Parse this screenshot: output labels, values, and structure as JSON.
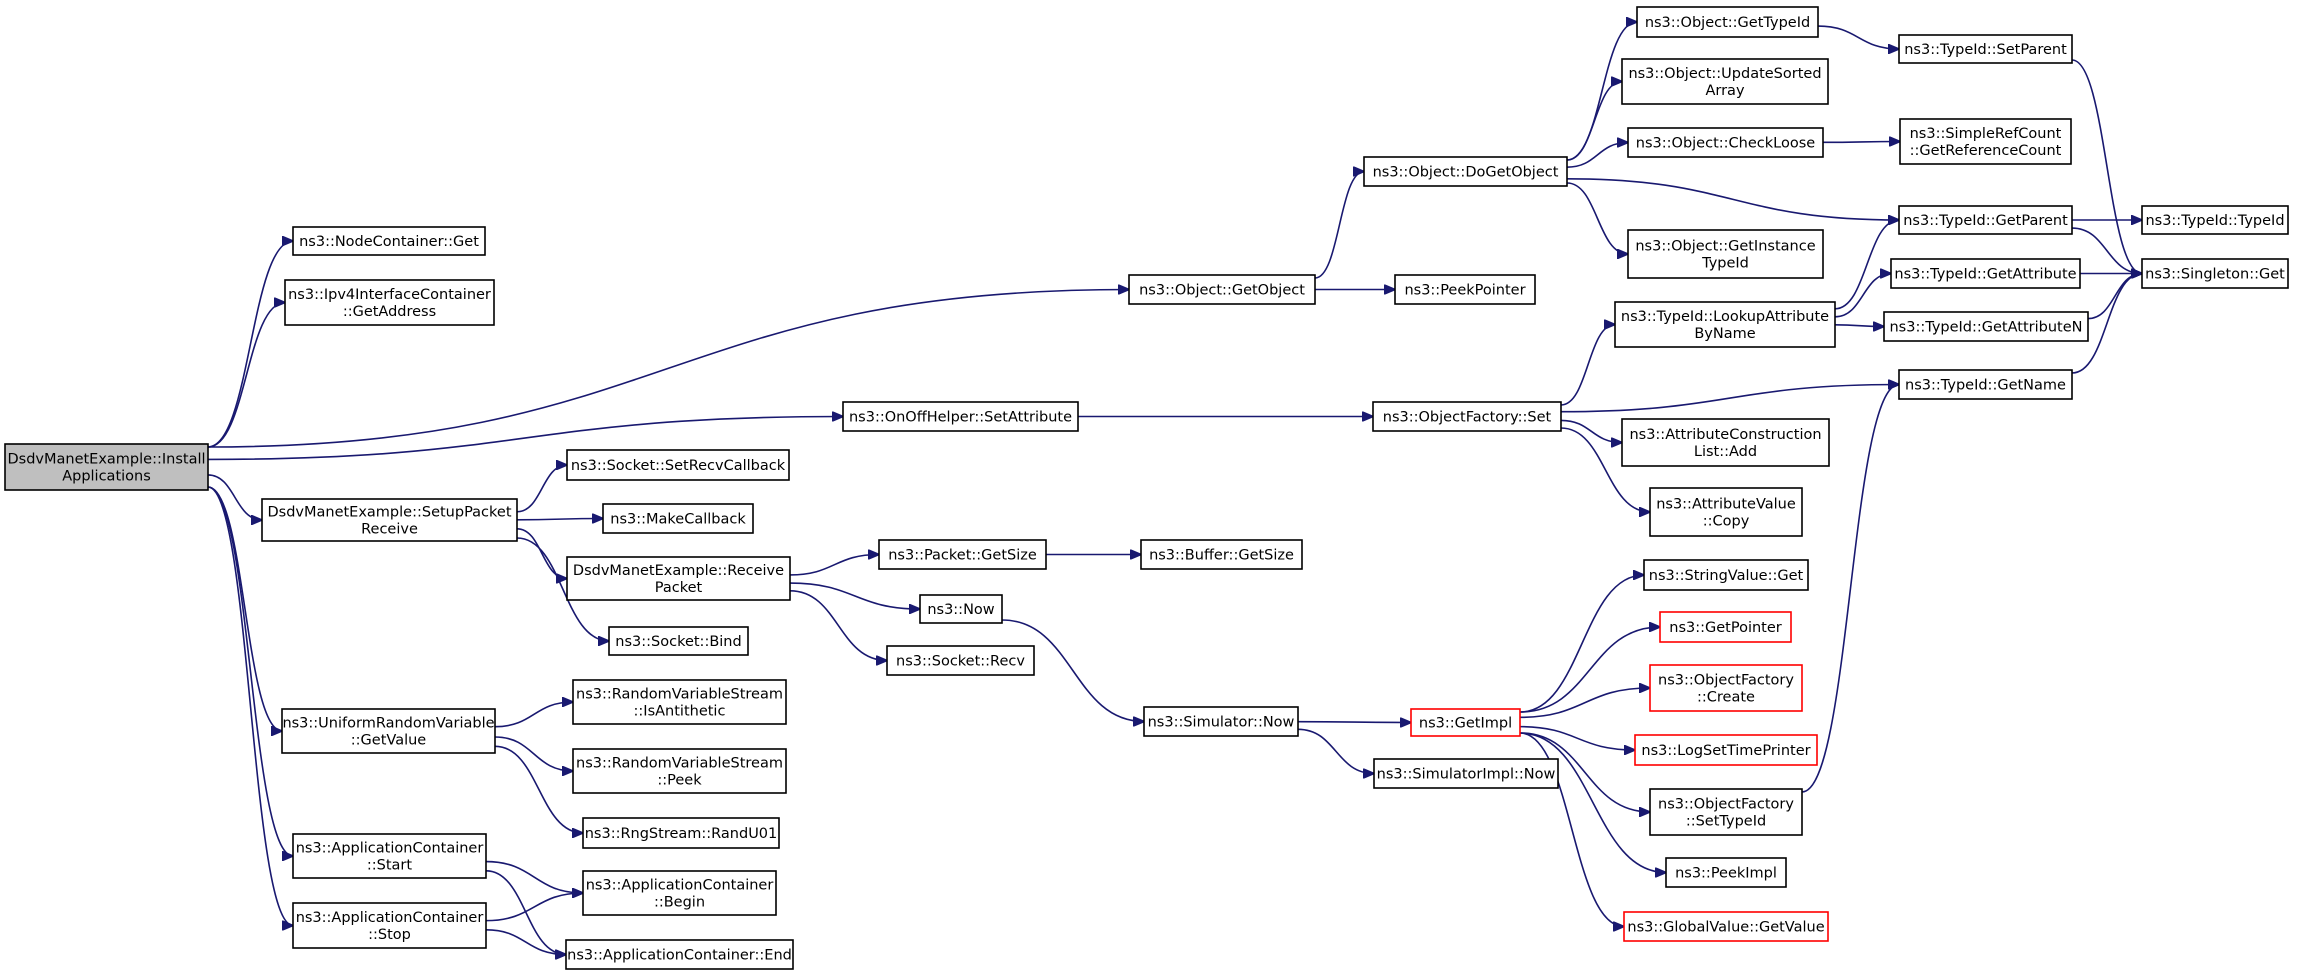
{
  "colors": {
    "edge": "#191970",
    "node_border": "#000000",
    "truncated_border": "#ff0000",
    "root_fill": "#bfbfbf"
  },
  "nodes": [
    {
      "id": "root",
      "lines": [
        "DsdvManetExample::Install",
        "Applications"
      ],
      "style": "root"
    },
    {
      "id": "nc_get",
      "lines": [
        "ns3::NodeContainer::Get"
      ]
    },
    {
      "id": "ipv4_getaddr",
      "lines": [
        "ns3::Ipv4InterfaceContainer",
        "::GetAddress"
      ]
    },
    {
      "id": "setup_recv",
      "lines": [
        "DsdvManetExample::SetupPacket",
        "Receive"
      ]
    },
    {
      "id": "urv_getvalue",
      "lines": [
        "ns3::UniformRandomVariable",
        "::GetValue"
      ]
    },
    {
      "id": "ac_start",
      "lines": [
        "ns3::ApplicationContainer",
        "::Start"
      ]
    },
    {
      "id": "ac_stop",
      "lines": [
        "ns3::ApplicationContainer",
        "::Stop"
      ]
    },
    {
      "id": "sock_setrecv",
      "lines": [
        "ns3::Socket::SetRecvCallback"
      ]
    },
    {
      "id": "makecallback",
      "lines": [
        "ns3::MakeCallback"
      ]
    },
    {
      "id": "recv_packet",
      "lines": [
        "DsdvManetExample::Receive",
        "Packet"
      ]
    },
    {
      "id": "sock_bind",
      "lines": [
        "ns3::Socket::Bind"
      ]
    },
    {
      "id": "rvs_isanti",
      "lines": [
        "ns3::RandomVariableStream",
        "::IsAntithetic"
      ]
    },
    {
      "id": "rvs_peek",
      "lines": [
        "ns3::RandomVariableStream",
        "::Peek"
      ]
    },
    {
      "id": "rng_randu01",
      "lines": [
        "ns3::RngStream::RandU01"
      ]
    },
    {
      "id": "ac_begin",
      "lines": [
        "ns3::ApplicationContainer",
        "::Begin"
      ]
    },
    {
      "id": "ac_end",
      "lines": [
        "ns3::ApplicationContainer::End"
      ]
    },
    {
      "id": "obj_getobject",
      "lines": [
        "ns3::Object::GetObject"
      ]
    },
    {
      "id": "onoff_setattr",
      "lines": [
        "ns3::OnOffHelper::SetAttribute"
      ]
    },
    {
      "id": "pkt_getsize",
      "lines": [
        "ns3::Packet::GetSize"
      ]
    },
    {
      "id": "now",
      "lines": [
        "ns3::Now"
      ]
    },
    {
      "id": "sock_recv",
      "lines": [
        "ns3::Socket::Recv"
      ]
    },
    {
      "id": "buf_getsize",
      "lines": [
        "ns3::Buffer::GetSize"
      ]
    },
    {
      "id": "obj_dogetobject",
      "lines": [
        "ns3::Object::DoGetObject"
      ]
    },
    {
      "id": "peekpointer",
      "lines": [
        "ns3::PeekPointer"
      ]
    },
    {
      "id": "objfactory_set",
      "lines": [
        "ns3::ObjectFactory::Set"
      ]
    },
    {
      "id": "sim_now",
      "lines": [
        "ns3::Simulator::Now"
      ]
    },
    {
      "id": "getimpl",
      "lines": [
        "ns3::GetImpl"
      ],
      "style": "red"
    },
    {
      "id": "simimpl_now",
      "lines": [
        "ns3::SimulatorImpl::Now"
      ]
    },
    {
      "id": "obj_gettypeid",
      "lines": [
        "ns3::Object::GetTypeId"
      ]
    },
    {
      "id": "obj_updatesorted",
      "lines": [
        "ns3::Object::UpdateSorted",
        "Array"
      ]
    },
    {
      "id": "obj_checkloose",
      "lines": [
        "ns3::Object::CheckLoose"
      ]
    },
    {
      "id": "obj_getinstance",
      "lines": [
        "ns3::Object::GetInstance",
        "TypeId"
      ]
    },
    {
      "id": "tid_lookupattr",
      "lines": [
        "ns3::TypeId::LookupAttribute",
        "ByName"
      ]
    },
    {
      "id": "acl_add",
      "lines": [
        "ns3::AttributeConstruction",
        "List::Add"
      ]
    },
    {
      "id": "av_copy",
      "lines": [
        "ns3::AttributeValue",
        "::Copy"
      ]
    },
    {
      "id": "strval_get",
      "lines": [
        "ns3::StringValue::Get"
      ]
    },
    {
      "id": "getpointer",
      "lines": [
        "ns3::GetPointer"
      ],
      "style": "red"
    },
    {
      "id": "of_create",
      "lines": [
        "ns3::ObjectFactory",
        "::Create"
      ],
      "style": "red"
    },
    {
      "id": "logsettime",
      "lines": [
        "ns3::LogSetTimePrinter"
      ],
      "style": "red"
    },
    {
      "id": "of_settypeid",
      "lines": [
        "ns3::ObjectFactory",
        "::SetTypeId"
      ]
    },
    {
      "id": "peekimpl",
      "lines": [
        "ns3::PeekImpl"
      ]
    },
    {
      "id": "gv_getvalue",
      "lines": [
        "ns3::GlobalValue::GetValue"
      ],
      "style": "red"
    },
    {
      "id": "tid_setparent",
      "lines": [
        "ns3::TypeId::SetParent"
      ]
    },
    {
      "id": "src_getrefcount",
      "lines": [
        "ns3::SimpleRefCount",
        "::GetReferenceCount"
      ]
    },
    {
      "id": "tid_getparent",
      "lines": [
        "ns3::TypeId::GetParent"
      ]
    },
    {
      "id": "tid_getattr",
      "lines": [
        "ns3::TypeId::GetAttribute"
      ]
    },
    {
      "id": "tid_getattrn",
      "lines": [
        "ns3::TypeId::GetAttributeN"
      ]
    },
    {
      "id": "tid_getname",
      "lines": [
        "ns3::TypeId::GetName"
      ]
    },
    {
      "id": "tid_typeid",
      "lines": [
        "ns3::TypeId::TypeId"
      ]
    },
    {
      "id": "singleton_get",
      "lines": [
        "ns3::Singleton::Get"
      ]
    }
  ],
  "edges": [
    [
      "root",
      "nc_get"
    ],
    [
      "root",
      "ipv4_getaddr"
    ],
    [
      "root",
      "obj_getobject"
    ],
    [
      "root",
      "onoff_setattr"
    ],
    [
      "root",
      "setup_recv"
    ],
    [
      "root",
      "urv_getvalue"
    ],
    [
      "root",
      "ac_start"
    ],
    [
      "root",
      "ac_stop"
    ],
    [
      "setup_recv",
      "sock_setrecv"
    ],
    [
      "setup_recv",
      "makecallback"
    ],
    [
      "setup_recv",
      "recv_packet"
    ],
    [
      "setup_recv",
      "sock_bind"
    ],
    [
      "recv_packet",
      "pkt_getsize"
    ],
    [
      "recv_packet",
      "now"
    ],
    [
      "recv_packet",
      "sock_recv"
    ],
    [
      "pkt_getsize",
      "buf_getsize"
    ],
    [
      "now",
      "sim_now"
    ],
    [
      "urv_getvalue",
      "rvs_isanti"
    ],
    [
      "urv_getvalue",
      "rvs_peek"
    ],
    [
      "urv_getvalue",
      "rng_randu01"
    ],
    [
      "ac_start",
      "ac_begin"
    ],
    [
      "ac_start",
      "ac_end"
    ],
    [
      "ac_stop",
      "ac_begin"
    ],
    [
      "ac_stop",
      "ac_end"
    ],
    [
      "obj_getobject",
      "obj_dogetobject"
    ],
    [
      "obj_getobject",
      "peekpointer"
    ],
    [
      "onoff_setattr",
      "objfactory_set"
    ],
    [
      "obj_dogetobject",
      "obj_gettypeid"
    ],
    [
      "obj_dogetobject",
      "obj_updatesorted"
    ],
    [
      "obj_dogetobject",
      "obj_checkloose"
    ],
    [
      "obj_dogetobject",
      "tid_getparent"
    ],
    [
      "obj_dogetobject",
      "obj_getinstance"
    ],
    [
      "objfactory_set",
      "tid_lookupattr"
    ],
    [
      "objfactory_set",
      "tid_getname"
    ],
    [
      "objfactory_set",
      "acl_add"
    ],
    [
      "objfactory_set",
      "av_copy"
    ],
    [
      "sim_now",
      "getimpl"
    ],
    [
      "sim_now",
      "simimpl_now"
    ],
    [
      "getimpl",
      "strval_get"
    ],
    [
      "getimpl",
      "getpointer"
    ],
    [
      "getimpl",
      "of_create"
    ],
    [
      "getimpl",
      "logsettime"
    ],
    [
      "getimpl",
      "of_settypeid"
    ],
    [
      "getimpl",
      "peekimpl"
    ],
    [
      "getimpl",
      "gv_getvalue"
    ],
    [
      "obj_gettypeid",
      "tid_setparent"
    ],
    [
      "obj_checkloose",
      "src_getrefcount"
    ],
    [
      "tid_lookupattr",
      "tid_getparent"
    ],
    [
      "tid_lookupattr",
      "tid_getattr"
    ],
    [
      "tid_lookupattr",
      "tid_getattrn"
    ],
    [
      "tid_getparent",
      "tid_typeid"
    ],
    [
      "tid_getparent",
      "singleton_get"
    ],
    [
      "tid_getattr",
      "singleton_get"
    ],
    [
      "tid_getattrn",
      "singleton_get"
    ],
    [
      "tid_getname",
      "singleton_get"
    ],
    [
      "tid_setparent",
      "singleton_get"
    ],
    [
      "of_settypeid",
      "tid_getname"
    ]
  ]
}
